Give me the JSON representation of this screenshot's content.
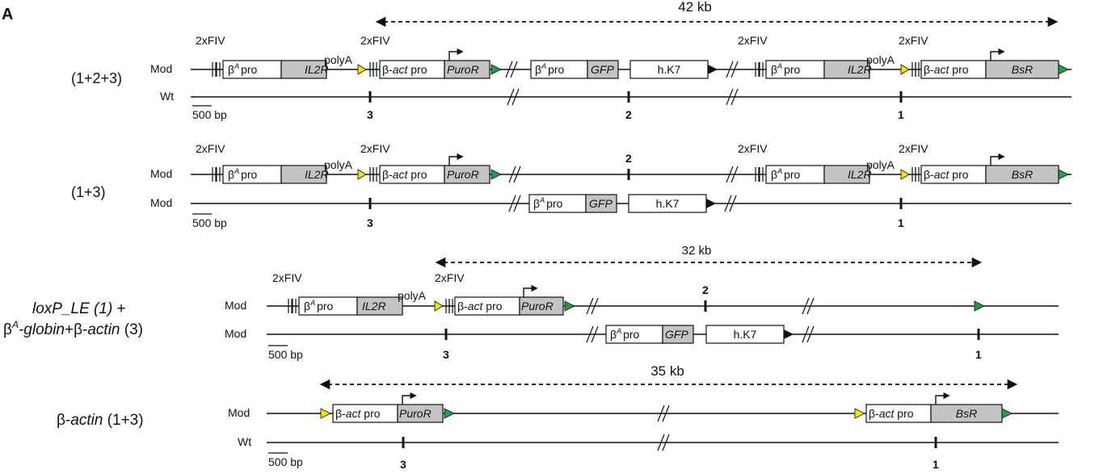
{
  "panel_label": "A",
  "labels": {
    "fiv": "2xFIV",
    "polya": "polyA",
    "beta": "β",
    "sup_a": "A",
    "pro": "pro",
    "il2r": "IL2R",
    "bact_beta": "β-",
    "bact_act": "act",
    "bact_pro": " pro",
    "puror": "PuroR",
    "bsr": "BsR",
    "gfp": "GFP",
    "hk7": "h.K7",
    "mod": "Mod",
    "wt": "Wt",
    "scale": "500 bp"
  },
  "sites": {
    "one": "1",
    "two": "2",
    "three": "3"
  },
  "panels": [
    {
      "title": "(1+2+3)",
      "distance": "42 kb"
    },
    {
      "title": "(1+3)"
    },
    {
      "title_line1_italic": "loxP_LE (1)",
      "title_line1_plus": " +",
      "title_line2_a": "β",
      "title_line2_sup": "A",
      "title_line2_b": "-globin",
      "title_line2_c": "+β-",
      "title_line2_d": "actin",
      "title_line2_e": " (3)",
      "distance": "32 kb"
    },
    {
      "title_a": "β-",
      "title_b": "actin",
      "title_c": " (1+3)",
      "distance": "35 kb"
    }
  ]
}
